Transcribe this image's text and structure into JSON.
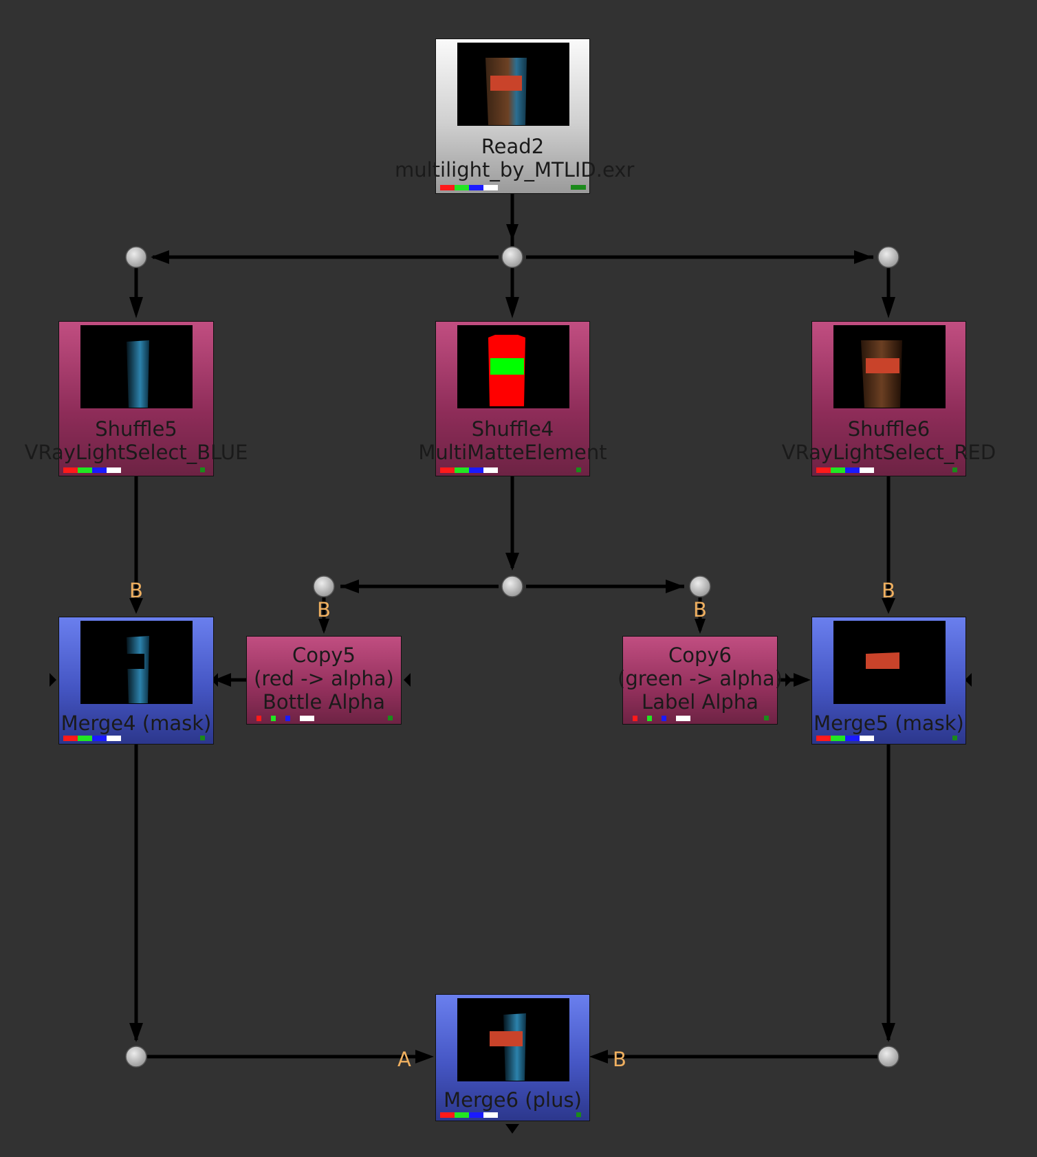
{
  "nodes": {
    "read2": {
      "name": "Read2",
      "sub": "multilight_by_MTLID.exr"
    },
    "shuffle5": {
      "name": "Shuffle5",
      "sub": "VRayLightSelect_BLUE"
    },
    "shuffle4": {
      "name": "Shuffle4",
      "sub": "MultiMatteElement"
    },
    "shuffle6": {
      "name": "Shuffle6",
      "sub": "VRayLightSelect_RED"
    },
    "copy5": {
      "name": "Copy5",
      "line2": "(red -> alpha)",
      "line3": "Bottle Alpha"
    },
    "copy6": {
      "name": "Copy6",
      "line2": "(green -> alpha)",
      "line3": "Label Alpha"
    },
    "merge4": {
      "name": "Merge4 (mask)"
    },
    "merge5": {
      "name": "Merge5 (mask)"
    },
    "merge6": {
      "name": "Merge6 (plus)"
    }
  },
  "input_labels": {
    "merge4_b": "B",
    "copy5_b": "B",
    "copy6_b": "B",
    "merge5_b": "B",
    "merge6_a": "A",
    "merge6_b": "B"
  },
  "colors": {
    "background": "#323232",
    "read_node": "#cfcfcf",
    "shuffle_node": "#8d2c58",
    "copy_node": "#93305c",
    "merge_node": "#4556c4",
    "edge": "#000000",
    "input_label": "#f0b060",
    "dot": "#c8c8c8"
  }
}
